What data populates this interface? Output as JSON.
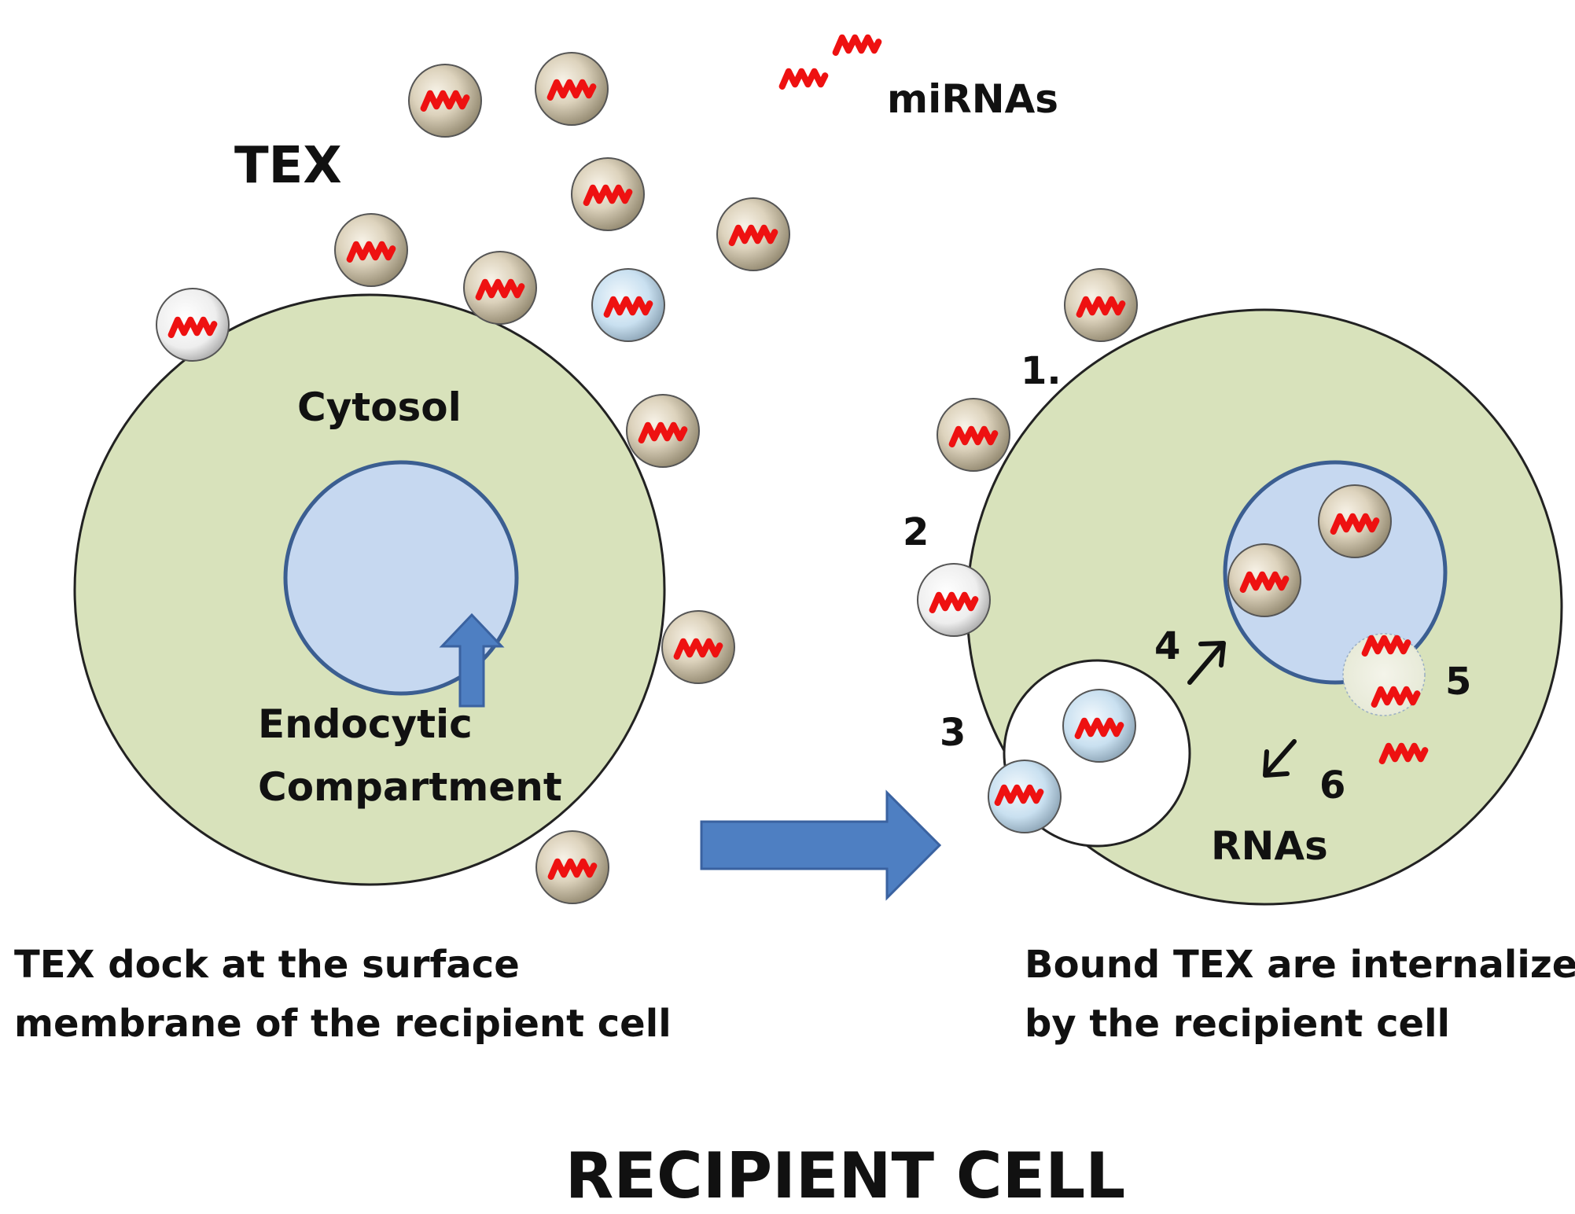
{
  "diagram": {
    "labels": {
      "tex": "TEX",
      "mirnas": "miRNAs",
      "cytosol": "Cytosol",
      "endocytic_line1": "Endocytic",
      "endocytic_line2": "Compartment",
      "step1": "1.",
      "step2": "2",
      "step3": "3",
      "step4": "4",
      "step5": "5",
      "step6": "6",
      "rnas": "RNAs"
    },
    "captions": {
      "left_line1": "TEX dock at the surface",
      "left_line2": "membrane of the  recipient cell",
      "right_line1": "Bound TEX  are internalized",
      "right_line2": "by the recipient cell"
    },
    "footer": {
      "title": "RECIPIENT CELL"
    },
    "colors": {
      "cell_fill": "#d8e2bb",
      "compartment_fill": "#c6d8f0",
      "compartment_stroke": "#3b5e91",
      "arrow_blue": "#4e7fc2",
      "arrow_blue_stroke": "#3a62a0",
      "mirna_red": "#ee1111",
      "vesicle_tan": "#b5aa92",
      "vesicle_light_blue": "#cfe3f1",
      "vesicle_white": "#f4f4f4"
    }
  }
}
